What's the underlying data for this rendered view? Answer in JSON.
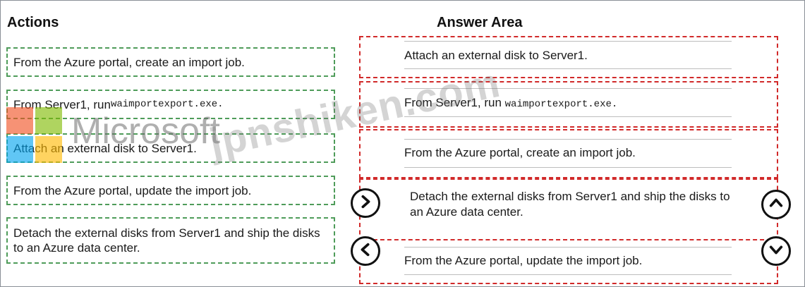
{
  "headings": {
    "actions": "Actions",
    "answer_area": "Answer Area"
  },
  "actions": [
    {
      "text": "From the Azure portal, create an import job.",
      "code": ""
    },
    {
      "text": "From Server1, run ",
      "code": "waimportexport.exe."
    },
    {
      "text": "Attach an external disk to Server1.",
      "code": ""
    },
    {
      "text": "From the Azure portal, update the import job.",
      "code": ""
    },
    {
      "text": "Detach the external disks from Server1 and ship the disks to an Azure data center.",
      "code": ""
    }
  ],
  "answers": [
    {
      "text": "Attach an external disk to Server1.",
      "code": ""
    },
    {
      "text": "From Server1, run ",
      "code": "waimportexport.exe."
    },
    {
      "text": "From the Azure portal, create an import job.",
      "code": ""
    },
    {
      "text": "Detach the external disks from Server1 and ship the disks to an Azure data center.",
      "code": ""
    },
    {
      "text": "From the Azure portal, update the import job.",
      "code": ""
    }
  ],
  "controls": {
    "move_right_icon": "chevron-right-icon",
    "move_left_icon": "chevron-left-icon",
    "move_up_icon": "chevron-up-icon",
    "move_down_icon": "chevron-down-icon"
  },
  "watermark": {
    "brand": "Microsoft",
    "site": "jpnshiken.com"
  },
  "colors": {
    "action_border": "#4f9c5a",
    "answer_border": "#d12a2a",
    "logo_red": "#f25022",
    "logo_green": "#7fba00",
    "logo_blue": "#00a4ef",
    "logo_yellow": "#ffb900"
  }
}
